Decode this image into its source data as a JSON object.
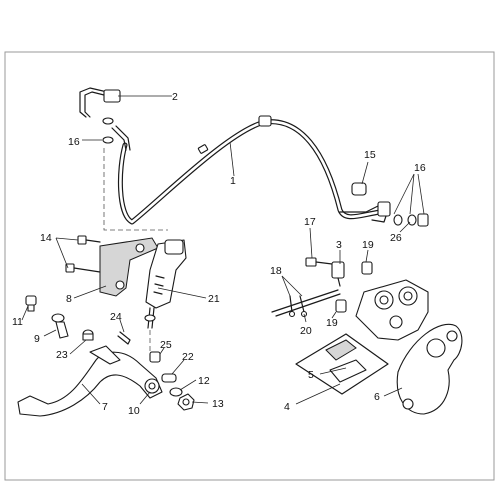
{
  "callouts": [
    {
      "id": "c2",
      "text": "2"
    },
    {
      "id": "c16a",
      "text": "16"
    },
    {
      "id": "c1",
      "text": "1"
    },
    {
      "id": "c15",
      "text": "15"
    },
    {
      "id": "c16b",
      "text": "16"
    },
    {
      "id": "c14",
      "text": "14"
    },
    {
      "id": "c17",
      "text": "17"
    },
    {
      "id": "c3",
      "text": "3"
    },
    {
      "id": "c19a",
      "text": "19"
    },
    {
      "id": "c26",
      "text": "26"
    },
    {
      "id": "c18",
      "text": "18"
    },
    {
      "id": "c8",
      "text": "8"
    },
    {
      "id": "c21",
      "text": "21"
    },
    {
      "id": "c11",
      "text": "11"
    },
    {
      "id": "c9",
      "text": "9"
    },
    {
      "id": "c24",
      "text": "24"
    },
    {
      "id": "c20",
      "text": "20"
    },
    {
      "id": "c19b",
      "text": "19"
    },
    {
      "id": "c23",
      "text": "23"
    },
    {
      "id": "c25",
      "text": "25"
    },
    {
      "id": "c22",
      "text": "22"
    },
    {
      "id": "c5",
      "text": "5"
    },
    {
      "id": "c12",
      "text": "12"
    },
    {
      "id": "c7",
      "text": "7"
    },
    {
      "id": "c10",
      "text": "10"
    },
    {
      "id": "c13",
      "text": "13"
    },
    {
      "id": "c4",
      "text": "4"
    },
    {
      "id": "c6",
      "text": "6"
    }
  ]
}
